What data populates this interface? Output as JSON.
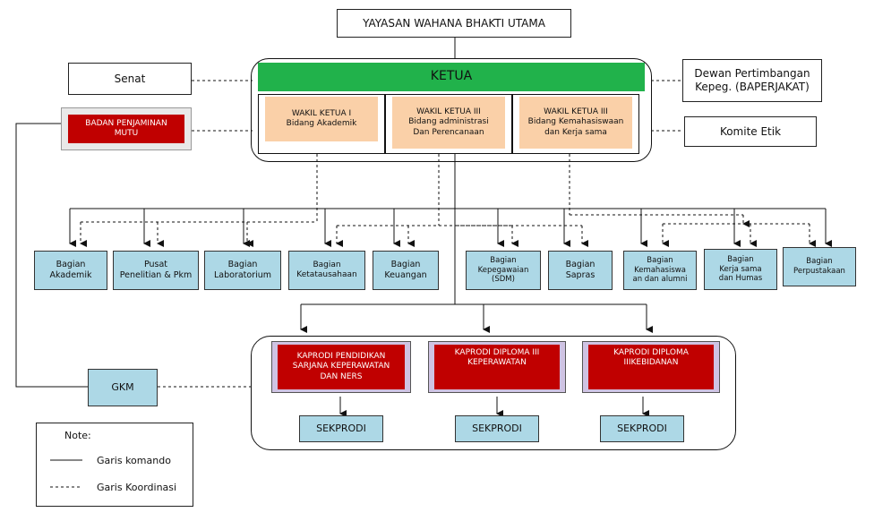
{
  "top": {
    "yayasan": "YAYASAN WAHANA BHAKTI  UTAMA"
  },
  "left": {
    "senat": "Senat",
    "bpm": "BADAN PENJAMINAN\nMUTU",
    "gkm": "GKM"
  },
  "right": {
    "dewan": "Dewan Pertimbangan\nKepeg. (BAPERJAKAT)",
    "komite": "Komite Etik"
  },
  "pimpinan": {
    "ketua": "KETUA",
    "wakil": [
      "WAKIL KETUA I\nBidang  Akademik",
      "WAKIL KETUA III\nBidang   administrasi\nDan Perencanaan",
      "WAKIL KETUA III\nBidang   Kemahasiswaan\ndan Kerja sama"
    ]
  },
  "bagian": [
    "Bagian\nAkademik",
    "Pusat\nPenelitian & Pkm",
    "Bagian\nLaboratorium",
    "Bagian\nKetatausahaan",
    "Bagian\nKeuangan",
    "Bagian\nKepegawaian\n(SDM)",
    "Bagian\nSapras",
    "Bagian\nKemahasiswa\nan dan alumni",
    "Bagian\nKerja sama\ndan Humas",
    "Bagian\nPerpustakaan"
  ],
  "prodi": {
    "kaprodi": [
      "KAPRODI PENDIDIKAN\nSARJANA KEPERAWATAN\nDAN NERS",
      "KAPRODI DIPLOMA III\nKEPERAWATAN",
      "KAPRODI DIPLOMA\nIIIKEBIDANAN"
    ],
    "sekprodi": [
      "SEKPRODI",
      "SEKPRODI",
      "SEKPRODI"
    ]
  },
  "legend": {
    "title": "Note:",
    "komando": "Garis komando",
    "koordinasi": "Garis Koordinasi"
  },
  "colors": {
    "ketua": "#21b24b",
    "wakil": "#fad0a8",
    "bagian": "#add8e6",
    "kaprodi": "#c00000",
    "kaprodi_frame": "#cfc3e3"
  }
}
